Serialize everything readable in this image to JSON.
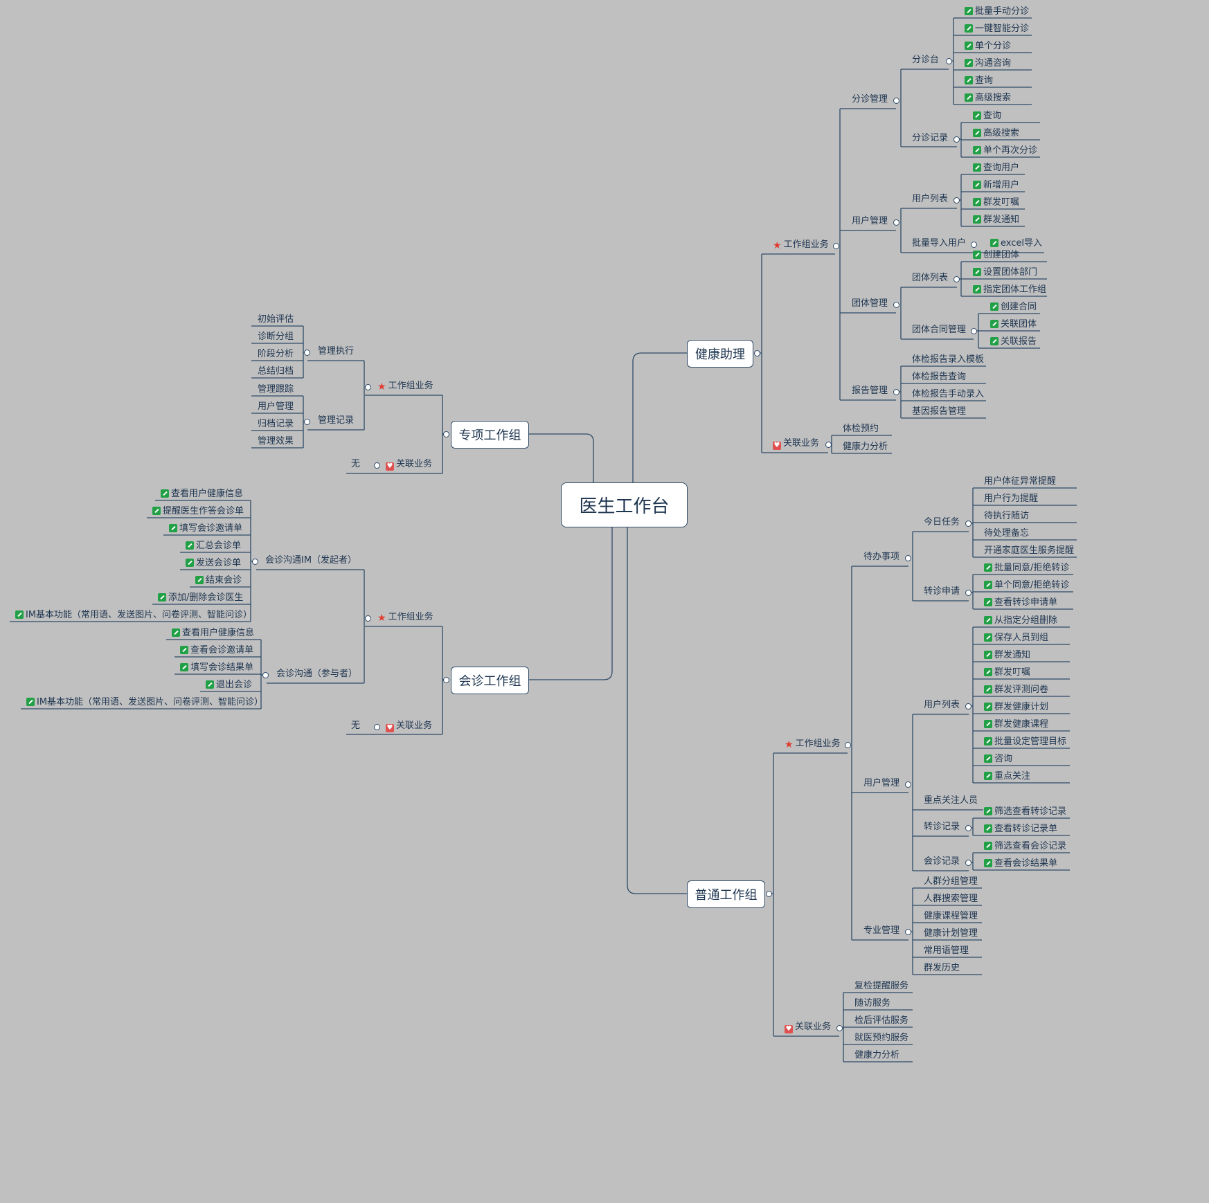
{
  "mindmap": {
    "root": "医生工作台",
    "branches": {
      "health": "健康助理",
      "special": "专项工作组",
      "consult": "会诊工作组",
      "normal": "普通工作组"
    },
    "common": {
      "workgroup": "工作组业务",
      "related": "关联业务",
      "none": "无"
    },
    "health": {
      "triage_mgmt": "分诊管理",
      "triage_desk": "分诊台",
      "triage_desk_items": [
        "批量手动分诊",
        "一键智能分诊",
        "单个分诊",
        "沟通咨询",
        "查询",
        "高级搜索"
      ],
      "triage_record": "分诊记录",
      "triage_record_items": [
        "查询",
        "高级搜索",
        "单个再次分诊"
      ],
      "user_mgmt": "用户管理",
      "user_list": "用户列表",
      "user_list_items": [
        "查询用户",
        "新增用户",
        "群发叮嘱",
        "群发通知"
      ],
      "batch_import": "批量导入用户",
      "excel_import": "excel导入",
      "group_mgmt": "团体管理",
      "group_list": "团体列表",
      "group_list_items": [
        "创建团体",
        "设置团体部门",
        "指定团体工作组"
      ],
      "contract_mgmt": "团体合同管理",
      "contract_items": [
        "创建合同",
        "关联团体",
        "关联报告"
      ],
      "report_mgmt": "报告管理",
      "report_items": [
        "体检报告录入模板",
        "体检报告查询",
        "体检报告手动录入",
        "基因报告管理"
      ],
      "related_items": [
        "体检预约",
        "健康力分析"
      ]
    },
    "special": {
      "exec": "管理执行",
      "exec_items": [
        "初始评估",
        "诊断分组",
        "阶段分析",
        "总结归档"
      ],
      "record": "管理记录",
      "record_items": [
        "管理跟踪",
        "用户管理",
        "归档记录",
        "管理效果"
      ]
    },
    "consult": {
      "initiator": "会诊沟通IM（发起者）",
      "initiator_items": [
        "查看用户健康信息",
        "提醒医生作答会诊单",
        "填写会诊邀请单",
        "汇总会诊单",
        "发送会诊单",
        "结束会诊",
        "添加/删除会诊医生",
        "IM基本功能（常用语、发送图片、问卷评测、智能问诊）"
      ],
      "participant": "会诊沟通（参与者）",
      "participant_items": [
        "查看用户健康信息",
        "查看会诊邀请单",
        "填写会诊结果单",
        "退出会诊",
        "IM基本功能（常用语、发送图片、问卷评测、智能问诊）"
      ]
    },
    "normal": {
      "todo": "待办事项",
      "today": "今日任务",
      "today_items": [
        "用户体征异常提醒",
        "用户行为提醒",
        "待执行随访",
        "待处理备忘",
        "开通家庭医生服务提醒"
      ],
      "transfer_apply": "转诊申请",
      "transfer_apply_items": [
        "批量同意/拒绝转诊",
        "单个同意/拒绝转诊",
        "查看转诊申请单"
      ],
      "user_mgmt": "用户管理",
      "user_list": "用户列表",
      "user_list_items": [
        "从指定分组删除",
        "保存人员到组",
        "群发通知",
        "群发叮嘱",
        "群发评测问卷",
        "群发健康计划",
        "群发健康课程",
        "批量设定管理目标",
        "咨询",
        "重点关注"
      ],
      "focus_people": "重点关注人员",
      "transfer_record": "转诊记录",
      "transfer_record_items": [
        "筛选查看转诊记录",
        "查看转诊记录单"
      ],
      "consult_record": "会诊记录",
      "consult_record_items": [
        "筛选查看会诊记录",
        "查看会诊结果单"
      ],
      "pro_mgmt": "专业管理",
      "pro_items": [
        "人群分组管理",
        "人群搜索管理",
        "健康课程管理",
        "健康计划管理",
        "常用语管理",
        "群发历史"
      ],
      "related_items": [
        "复检提醒服务",
        "随访服务",
        "检后评估服务",
        "就医预约服务",
        "健康力分析"
      ]
    }
  }
}
